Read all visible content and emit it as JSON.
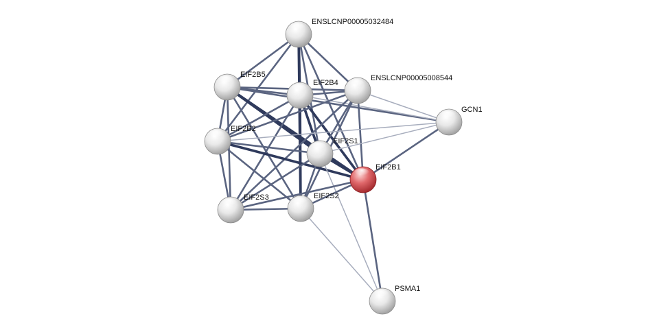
{
  "colors": {
    "edge_strong": "#2f3a5c",
    "edge_medium": "#5a6480",
    "edge_weak": "#a7adbd",
    "node_default": "#d9d9d9",
    "node_query": "#d9484c",
    "background": "#ffffff"
  },
  "network": {
    "nodes": [
      {
        "id": "ENSLCNP00005032484",
        "label": "ENSLCNP00005032484",
        "query": false
      },
      {
        "id": "EIF2B5",
        "label": "EIF2B5",
        "query": false
      },
      {
        "id": "EIF2B4",
        "label": "EIF2B4",
        "query": false
      },
      {
        "id": "ENSLCNP00005008544",
        "label": "ENSLCNP00005008544",
        "query": false
      },
      {
        "id": "GCN1",
        "label": "GCN1",
        "query": false
      },
      {
        "id": "EIF2B2",
        "label": "EIF2B2",
        "query": false
      },
      {
        "id": "EIF2S1",
        "label": "EIF2S1",
        "query": false
      },
      {
        "id": "EIF2B1",
        "label": "EIF2B1",
        "query": true
      },
      {
        "id": "EIF2S3",
        "label": "EIF2S3",
        "query": false
      },
      {
        "id": "EIF2S2",
        "label": "EIF2S2",
        "query": false
      },
      {
        "id": "PSMA1",
        "label": "PSMA1",
        "query": false
      }
    ],
    "edges": [
      {
        "source": "ENSLCNP00005032484",
        "target": "EIF2B5",
        "strength": "medium"
      },
      {
        "source": "ENSLCNP00005032484",
        "target": "EIF2B4",
        "strength": "strong"
      },
      {
        "source": "ENSLCNP00005032484",
        "target": "ENSLCNP00005008544",
        "strength": "medium"
      },
      {
        "source": "ENSLCNP00005032484",
        "target": "EIF2B2",
        "strength": "medium"
      },
      {
        "source": "ENSLCNP00005032484",
        "target": "EIF2S1",
        "strength": "medium"
      },
      {
        "source": "ENSLCNP00005032484",
        "target": "EIF2B1",
        "strength": "medium"
      },
      {
        "source": "ENSLCNP00005032484",
        "target": "EIF2S2",
        "strength": "strong"
      },
      {
        "source": "EIF2B5",
        "target": "EIF2B4",
        "strength": "medium"
      },
      {
        "source": "EIF2B5",
        "target": "ENSLCNP00005008544",
        "strength": "medium"
      },
      {
        "source": "EIF2B5",
        "target": "EIF2B2",
        "strength": "medium"
      },
      {
        "source": "EIF2B5",
        "target": "EIF2S1",
        "strength": "strong"
      },
      {
        "source": "EIF2B5",
        "target": "EIF2B1",
        "strength": "strong"
      },
      {
        "source": "EIF2B5",
        "target": "EIF2S3",
        "strength": "medium"
      },
      {
        "source": "EIF2B5",
        "target": "EIF2S2",
        "strength": "medium"
      },
      {
        "source": "EIF2B5",
        "target": "GCN1",
        "strength": "medium"
      },
      {
        "source": "EIF2B4",
        "target": "ENSLCNP00005008544",
        "strength": "medium"
      },
      {
        "source": "EIF2B4",
        "target": "EIF2B2",
        "strength": "medium"
      },
      {
        "source": "EIF2B4",
        "target": "EIF2S1",
        "strength": "strong"
      },
      {
        "source": "EIF2B4",
        "target": "EIF2B1",
        "strength": "strong"
      },
      {
        "source": "EIF2B4",
        "target": "EIF2S3",
        "strength": "medium"
      },
      {
        "source": "EIF2B4",
        "target": "EIF2S2",
        "strength": "strong"
      },
      {
        "source": "EIF2B4",
        "target": "GCN1",
        "strength": "weak"
      },
      {
        "source": "ENSLCNP00005008544",
        "target": "EIF2B2",
        "strength": "medium"
      },
      {
        "source": "ENSLCNP00005008544",
        "target": "EIF2S1",
        "strength": "medium"
      },
      {
        "source": "ENSLCNP00005008544",
        "target": "EIF2B1",
        "strength": "medium"
      },
      {
        "source": "ENSLCNP00005008544",
        "target": "EIF2S3",
        "strength": "medium"
      },
      {
        "source": "ENSLCNP00005008544",
        "target": "EIF2S2",
        "strength": "medium"
      },
      {
        "source": "ENSLCNP00005008544",
        "target": "GCN1",
        "strength": "weak"
      },
      {
        "source": "EIF2B2",
        "target": "EIF2S1",
        "strength": "medium"
      },
      {
        "source": "EIF2B2",
        "target": "EIF2B1",
        "strength": "strong"
      },
      {
        "source": "EIF2B2",
        "target": "EIF2S3",
        "strength": "medium"
      },
      {
        "source": "EIF2B2",
        "target": "EIF2S2",
        "strength": "medium"
      },
      {
        "source": "EIF2B2",
        "target": "GCN1",
        "strength": "weak"
      },
      {
        "source": "EIF2S1",
        "target": "EIF2B1",
        "strength": "strong"
      },
      {
        "source": "EIF2S1",
        "target": "EIF2S3",
        "strength": "medium"
      },
      {
        "source": "EIF2S1",
        "target": "EIF2S2",
        "strength": "medium"
      },
      {
        "source": "EIF2S1",
        "target": "GCN1",
        "strength": "weak"
      },
      {
        "source": "EIF2S1",
        "target": "PSMA1",
        "strength": "weak"
      },
      {
        "source": "EIF2B1",
        "target": "EIF2S3",
        "strength": "medium"
      },
      {
        "source": "EIF2B1",
        "target": "EIF2S2",
        "strength": "medium"
      },
      {
        "source": "EIF2B1",
        "target": "GCN1",
        "strength": "medium"
      },
      {
        "source": "EIF2B1",
        "target": "PSMA1",
        "strength": "medium"
      },
      {
        "source": "EIF2S3",
        "target": "EIF2S2",
        "strength": "medium"
      },
      {
        "source": "EIF2S2",
        "target": "PSMA1",
        "strength": "weak"
      }
    ]
  }
}
